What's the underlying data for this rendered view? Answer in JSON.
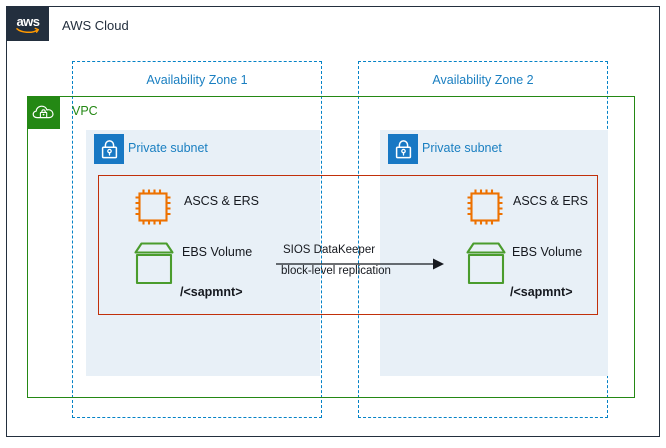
{
  "diagram": {
    "title": "AWS Cloud",
    "colors": {
      "aws_navy": "#232f3e",
      "az_blue": "#0582c6",
      "vpc_green": "#248814",
      "subnet_blue": "#1878c4",
      "subnet_fill": "#e8f0f7",
      "cluster_red": "#c1300a",
      "ec2_orange": "#ed7100",
      "ebs_green": "#4a9c2d"
    },
    "cloud": {
      "label": "AWS Cloud",
      "logo_text": "aws",
      "logo_icon": "aws-logo-icon"
    },
    "vpc": {
      "label": "VPC",
      "icon": "vpc-cloud-lock-icon"
    },
    "availability_zones": [
      {
        "label": "Availability  Zone 1"
      },
      {
        "label": "Availability  Zone 2"
      }
    ],
    "subnets": [
      {
        "label": "Private subnet",
        "icon": "lock-icon"
      },
      {
        "label": "Private subnet",
        "icon": "lock-icon"
      }
    ],
    "resources": [
      {
        "ec2_label": "ASCS & ERS",
        "ec2_icon": "ec2-instance-icon",
        "ebs_label": "EBS Volume",
        "ebs_icon": "ebs-volume-icon",
        "mount_label": "/<sapmnt>"
      },
      {
        "ec2_label": "ASCS & ERS",
        "ec2_icon": "ec2-instance-icon",
        "ebs_label": "EBS Volume",
        "ebs_icon": "ebs-volume-icon",
        "mount_label": "/<sapmnt>"
      }
    ],
    "replication": {
      "line_1": "SIOS DataKeeper",
      "line_2": "block-level  replication",
      "direction": "left-to-right",
      "icon": "right-arrow-icon"
    }
  }
}
